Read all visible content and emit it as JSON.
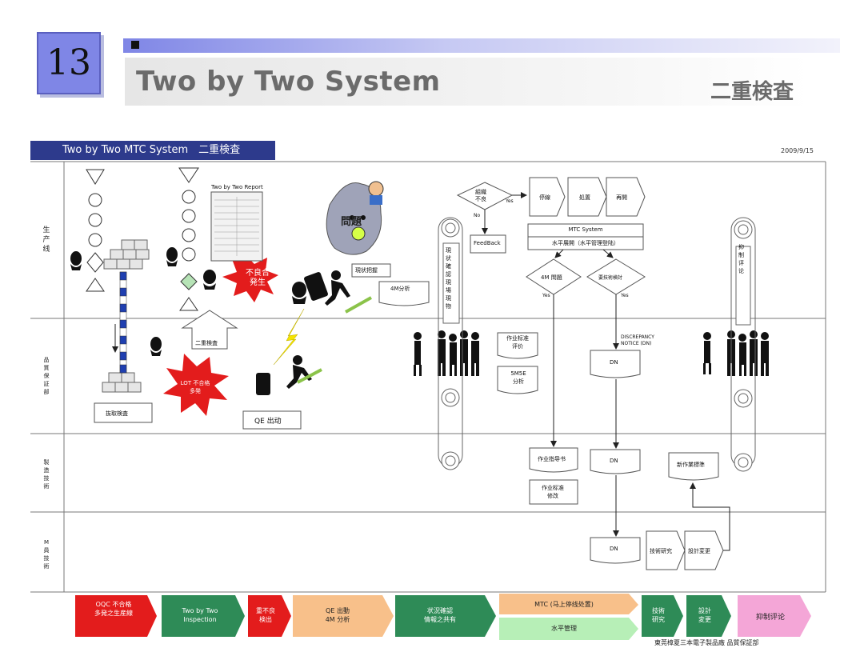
{
  "slide": {
    "number": "13",
    "title": "Two by Two System",
    "subtitle": "二重検査"
  },
  "document": {
    "header": "Two by Two MTC System　二重検査",
    "date": "2009/9/15",
    "footer": "東莞樟夏三本電子製品廠  品質保証部"
  },
  "lanes": [
    {
      "label": "生产线"
    },
    {
      "label": "品質保証部"
    },
    {
      "label": "製造技術"
    },
    {
      "label": "M員技術"
    }
  ],
  "boxes": {
    "report": "Two by Two Report",
    "mondai": "問題",
    "furyou_hassei": [
      "不良合",
      "発生"
    ],
    "lot_furyou": [
      "LOT 不合格",
      "多発"
    ],
    "genjou_haaku": "現状把握",
    "m4_bunseki": "4M分析",
    "nijuu_kensa": "二重検査",
    "batsutori": "抜取検査",
    "qe_shutsudou": "QE 出动",
    "genjou_kakunin": "現状確認　現場　現物",
    "soshiki_furyou": [
      "組織",
      "不良"
    ],
    "yes": "Yes",
    "no": "No",
    "feedback": "FeedBack",
    "stop": "停線",
    "shochi": "処置",
    "saikai": "再開",
    "mtc_system": "MTC System",
    "suihei_tenkai": "水平展開（水平管理登陆）",
    "m4_mondai": "4M 問題",
    "youkyu_kentou": "要技術検討",
    "sagyou_hyouka": [
      "作业标准",
      "评价"
    ],
    "m5e_bunseki": [
      "5M5E",
      "分析"
    ],
    "discrepancy": [
      "DISCREPANCY",
      "NOTICE (DN)"
    ],
    "dn": "DN",
    "sagyou_shidou": "作业指导书",
    "sagyou_shuusei": [
      "作业标准",
      "修改"
    ],
    "shin_sagyou": "新作業標準",
    "gijutsu_kenkyuu": "技術研究",
    "sekkei_henkou": "設計変更",
    "yokusei_hyouron": "抑制评论"
  },
  "process_steps": [
    {
      "lines": [
        "OQC 不合格",
        "多発之生産線"
      ],
      "color": "#e31c1c",
      "text_color": "#ffffff"
    },
    {
      "lines": [
        "Two by Two",
        "Inspection"
      ],
      "color": "#2e8b57",
      "text_color": "#ffffff"
    },
    {
      "lines": [
        "重不良",
        "検出"
      ],
      "color": "#e31c1c",
      "text_color": "#ffffff"
    },
    {
      "lines": [
        "QE 出動",
        "4M 分析"
      ],
      "color": "#f8c08a",
      "text_color": "#222222"
    },
    {
      "lines": [
        "状況確認",
        "情報之共有"
      ],
      "color": "#2e8b57",
      "text_color": "#ffffff"
    },
    {
      "lines": [
        "MTC (马上停线处置)"
      ],
      "color": "#f8c08a",
      "text_color": "#222222"
    },
    {
      "lines": [
        "水平管理"
      ],
      "color": "#b7efb7",
      "text_color": "#222222"
    },
    {
      "lines": [
        "技術",
        "研究"
      ],
      "color": "#2e8b57",
      "text_color": "#ffffff"
    },
    {
      "lines": [
        "設計",
        "変更"
      ],
      "color": "#2e8b57",
      "text_color": "#ffffff"
    },
    {
      "lines": [
        "抑制评论"
      ],
      "color": "#f4a6d7",
      "text_color": "#222222"
    }
  ]
}
